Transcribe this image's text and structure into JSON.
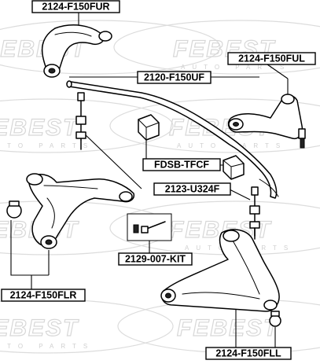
{
  "watermark": {
    "brand": "FEBEST",
    "tagline": "AUTO PARTS"
  },
  "parts": {
    "upper_arm_right": "2124-F150FUR",
    "upper_arm_left": "2124-F150FUL",
    "stabilizer_bar": "2120-F150UF",
    "stabilizer_bushing": "FDSB-TFCF",
    "stabilizer_link": "2123-U324F",
    "repair_kit": "2129-007-KIT",
    "lower_arm_right": "2124-F150FLR",
    "lower_arm_left": "2124-F150FLL"
  }
}
